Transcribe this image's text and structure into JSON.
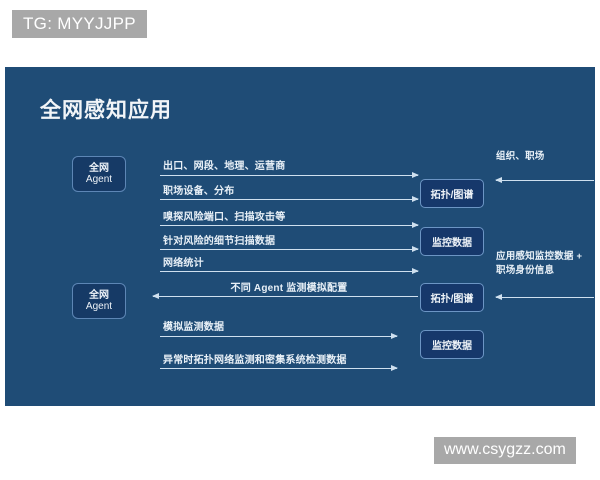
{
  "watermarks": {
    "top": "TG: MYYJJPP",
    "bottom": "www.csygzz.com"
  },
  "slide": {
    "title": "全网感知应用",
    "background_color": "#1f4c76",
    "accent_color": "#cfe0ef"
  },
  "agents": [
    {
      "line1": "全网",
      "line2": "Agent"
    },
    {
      "line1": "全网",
      "line2": "Agent"
    }
  ],
  "nodes": [
    {
      "label": "拓扑/图谱"
    },
    {
      "label": "监控数据"
    },
    {
      "label": "拓扑/图谱"
    },
    {
      "label": "监控数据"
    }
  ],
  "flows": [
    {
      "label": "出口、网段、地理、运营商",
      "direction": "right"
    },
    {
      "label": "职场设备、分布",
      "direction": "right"
    },
    {
      "label": "嗅探风险端口、扫描攻击等",
      "direction": "right"
    },
    {
      "label": "针对风险的细节扫描数据",
      "direction": "right"
    },
    {
      "label": "网络统计",
      "direction": "right"
    },
    {
      "label": "不同 Agent 监测模拟配置",
      "direction": "left"
    },
    {
      "label": "模拟监测数据",
      "direction": "right"
    },
    {
      "label": "异常时拓扑网络监测和密集系统检测数据",
      "direction": "right"
    }
  ],
  "side_flows": [
    {
      "label": "组织、职场",
      "direction": "left"
    },
    {
      "label": "应用感知监控数据 + 职场身份信息",
      "direction": "left"
    }
  ]
}
